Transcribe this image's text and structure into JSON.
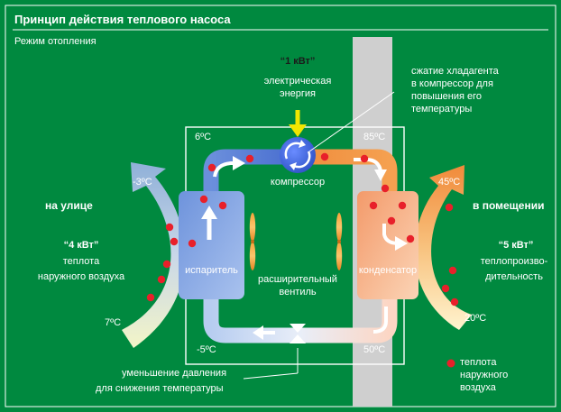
{
  "header": {
    "title": "Принцип действия теплового насоса",
    "mode": "Режим отопления"
  },
  "power": {
    "value": "“1 кВт”",
    "caption_line1": "электрическая",
    "caption_line2": "энергия"
  },
  "compressor": {
    "note_line1": "сжатие хладагента",
    "note_line2": "в компрессор для",
    "note_line3": "повышения его",
    "note_line4": "температуры",
    "label": "компрессор"
  },
  "outside": {
    "heading": "на улице",
    "value": "“4 кВт”",
    "caption_line1": "теплота",
    "caption_line2": "наружного воздуха",
    "temp_in": "7ºC",
    "temp_out": "-3ºC"
  },
  "inside": {
    "heading": "в помещении",
    "value": "“5 кВт”",
    "caption_line1": "теплопроизво-",
    "caption_line2": "дительность",
    "temp_in": "20ºC",
    "temp_out": "45ºC"
  },
  "evaporator": {
    "label": "испаритель"
  },
  "condenser": {
    "label": "конденсатор"
  },
  "valve": {
    "label_line1": "расширительный",
    "label_line2": "вентиль"
  },
  "pressure_note": {
    "line1": "уменьшение давления",
    "line2": "для снижения температуры"
  },
  "temps": {
    "top_left": "6ºC",
    "top_right": "85ºC",
    "bottom_left": "-5ºC",
    "bottom_right": "50ºC"
  },
  "legend": {
    "line1": "теплота",
    "line2": "наружного",
    "line3": "воздуха"
  },
  "colors": {
    "background": "#00893f",
    "wall": "#cfcfcf",
    "cold": "#8fb3e8",
    "hot": "#f59a50",
    "dot": "#e8202a",
    "power_arrow": "#f1e600"
  }
}
